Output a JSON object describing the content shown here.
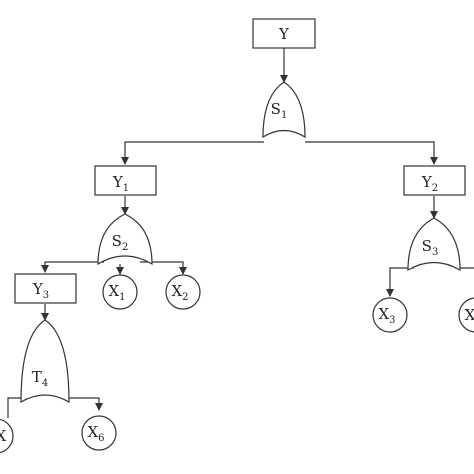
{
  "events": {
    "top": {
      "label": "Y"
    },
    "y1": {
      "label": "Y",
      "sub": "1"
    },
    "y2": {
      "label": "Y",
      "sub": "2"
    },
    "y3": {
      "label": "Y",
      "sub": "3"
    }
  },
  "gates": {
    "s1": {
      "label": "S",
      "sub": "1"
    },
    "s2": {
      "label": "S",
      "sub": "2"
    },
    "s3": {
      "label": "S",
      "sub": "3"
    },
    "t4": {
      "label": "T",
      "sub": "4"
    }
  },
  "basic": {
    "x1": {
      "label": "X",
      "sub": "1"
    },
    "x2": {
      "label": "X",
      "sub": "2"
    },
    "x3": {
      "label": "X",
      "sub": "3"
    },
    "x6": {
      "label": "X",
      "sub": "6"
    },
    "x_right_partial": {
      "label": "X"
    },
    "x_left_partial": {
      "label": "X"
    }
  }
}
